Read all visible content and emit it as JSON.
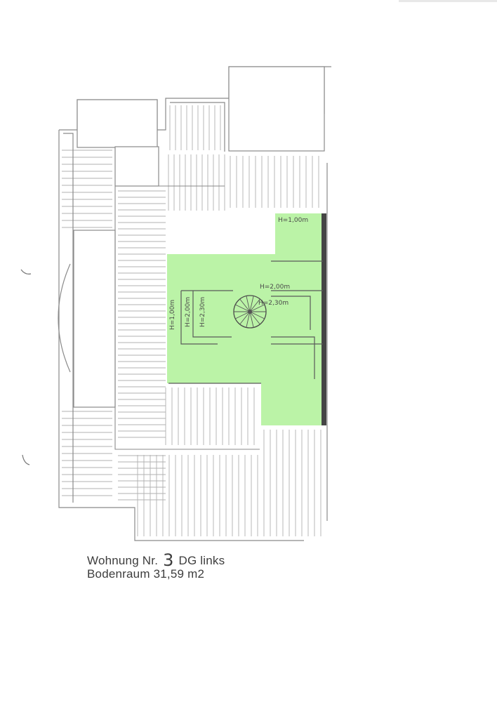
{
  "drawing": {
    "colors": {
      "highlight": "#b5f2a0",
      "line": "#8a8a8a",
      "edge": "#3c3c3c"
    },
    "height_labels": {
      "h_1_00_top": "H=1,00m",
      "h_2_00_right": "H=2,00m",
      "h_2_30_right": "H=2,30m",
      "h_1_00_left": "H=1,00m",
      "h_2_00_left": "H=2,00m",
      "h_2_30_left": "H=2,30m"
    }
  },
  "caption": {
    "line1_prefix": "Wohnung Nr.",
    "apartment_number": "3",
    "line1_suffix": "DG links",
    "line2": "Bodenraum 31,59 m2"
  }
}
